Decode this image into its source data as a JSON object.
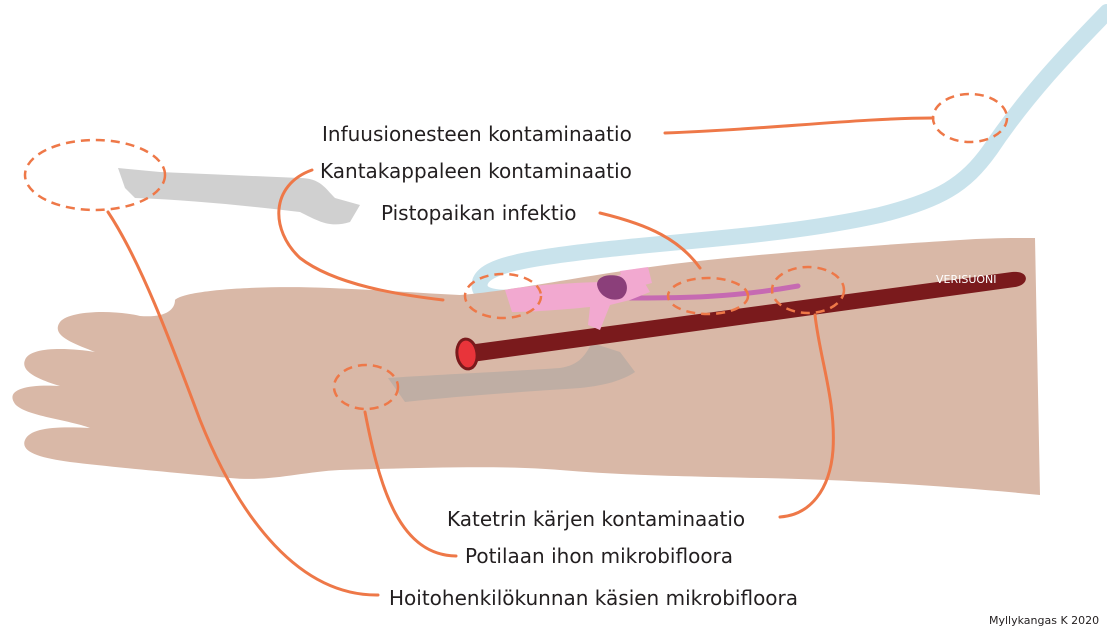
{
  "labels": {
    "infusion": "Infuusionesteen kontaminaatio",
    "hub": "Kantakappaleen kontaminaatio",
    "insertion_site": "Pistopaikan infektio",
    "catheter_tip": "Katetrin kärjen kontaminaatio",
    "patient_skin": "Potilaan ihon mikrobifloora",
    "staff_hands": "Hoitohenkilökunnan käsien mikrobifloora"
  },
  "vessel_label": "VERISUONI",
  "credit": "Myllykangas K 2020",
  "colors": {
    "skin": "#d9b8a7",
    "vessel": "#7a1a1c",
    "vessel_end": "#e8343a",
    "tube": "#c9e3ec",
    "catheter": "#f2a9d0",
    "hub": "#8b3f7a",
    "lines": "#ee7848",
    "arrows": "#c8c8c8"
  }
}
